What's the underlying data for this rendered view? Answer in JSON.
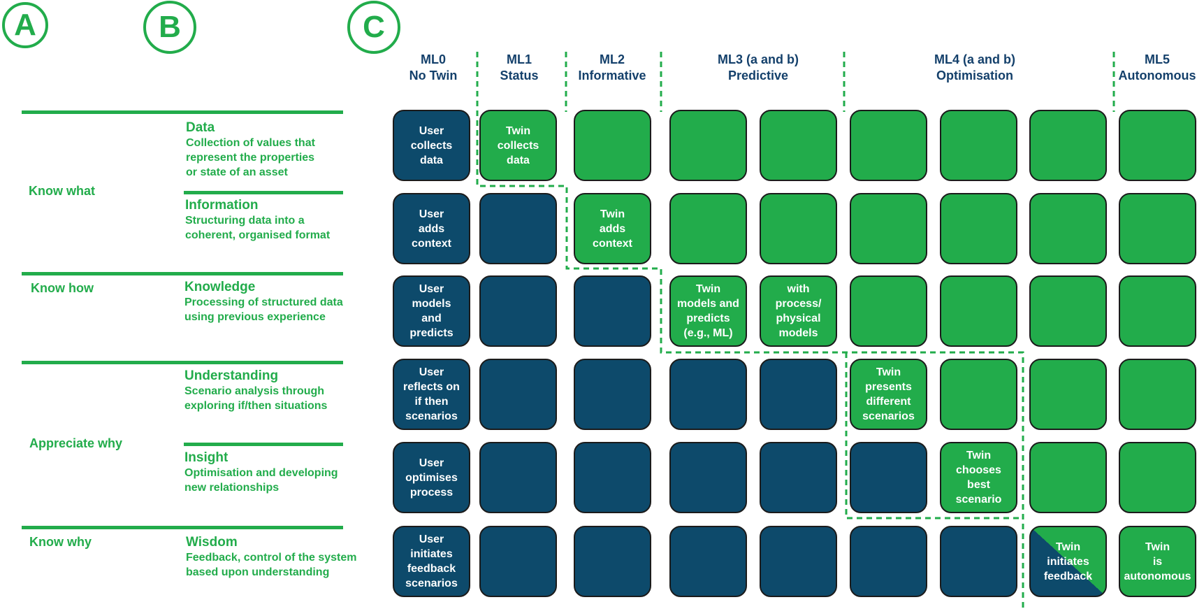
{
  "panel_letters": {
    "a": "A",
    "b": "B",
    "c": "C"
  },
  "column_a": {
    "know_what": "Know what",
    "know_how": "Know how",
    "appreciate_why": "Appreciate why",
    "know_why": "Know why"
  },
  "column_b": [
    {
      "title": "Data",
      "description": "Collection of values that\nrepresent the properties\nor state of an asset"
    },
    {
      "title": "Information",
      "description": "Structuring data into a\ncoherent, organised format"
    },
    {
      "title": "Knowledge",
      "description": "Processing of structured data\nusing previous experience"
    },
    {
      "title": "Understanding",
      "description": "Scenario analysis through\nexploring if/then situations"
    },
    {
      "title": "Insight",
      "description": "Optimisation and developing\nnew relationships"
    },
    {
      "title": "Wisdom",
      "description": "Feedback, control of the system\nbased upon understanding"
    }
  ],
  "levels": [
    {
      "code": "ML0",
      "name": "No Twin"
    },
    {
      "code": "ML1",
      "name": "Status"
    },
    {
      "code": "ML2",
      "name": "Informative"
    },
    {
      "code": "ML3 (a and b)",
      "name": "Predictive"
    },
    {
      "code": "ML4 (a and b)",
      "name": "Optimisation"
    },
    {
      "code": "ML5",
      "name": "Autonomous"
    }
  ],
  "grid": [
    [
      {
        "fill": "blue",
        "text": "User\ncollects\ndata"
      },
      {
        "fill": "green",
        "text": "Twin\ncollects\ndata"
      },
      {
        "fill": "green",
        "text": ""
      },
      {
        "fill": "green",
        "text": ""
      },
      {
        "fill": "green",
        "text": ""
      },
      {
        "fill": "green",
        "text": ""
      },
      {
        "fill": "green",
        "text": ""
      },
      {
        "fill": "green",
        "text": ""
      },
      {
        "fill": "green",
        "text": ""
      }
    ],
    [
      {
        "fill": "blue",
        "text": "User\nadds\ncontext"
      },
      {
        "fill": "blue",
        "text": ""
      },
      {
        "fill": "green",
        "text": "Twin\nadds\ncontext"
      },
      {
        "fill": "green",
        "text": ""
      },
      {
        "fill": "green",
        "text": ""
      },
      {
        "fill": "green",
        "text": ""
      },
      {
        "fill": "green",
        "text": ""
      },
      {
        "fill": "green",
        "text": ""
      },
      {
        "fill": "green",
        "text": ""
      }
    ],
    [
      {
        "fill": "blue",
        "text": "User\nmodels\nand\npredicts"
      },
      {
        "fill": "blue",
        "text": ""
      },
      {
        "fill": "blue",
        "text": ""
      },
      {
        "fill": "green",
        "text": "Twin\nmodels and\npredicts\n(e.g., ML)"
      },
      {
        "fill": "green",
        "text": "with\nprocess/\nphysical\nmodels"
      },
      {
        "fill": "green",
        "text": ""
      },
      {
        "fill": "green",
        "text": ""
      },
      {
        "fill": "green",
        "text": ""
      },
      {
        "fill": "green",
        "text": ""
      }
    ],
    [
      {
        "fill": "blue",
        "text": "User\nreflects on\nif then\nscenarios"
      },
      {
        "fill": "blue",
        "text": ""
      },
      {
        "fill": "blue",
        "text": ""
      },
      {
        "fill": "blue",
        "text": ""
      },
      {
        "fill": "blue",
        "text": ""
      },
      {
        "fill": "green",
        "text": "Twin\npresents\ndifferent\nscenarios"
      },
      {
        "fill": "green",
        "text": ""
      },
      {
        "fill": "green",
        "text": ""
      },
      {
        "fill": "green",
        "text": ""
      }
    ],
    [
      {
        "fill": "blue",
        "text": "User\noptimises\nprocess"
      },
      {
        "fill": "blue",
        "text": ""
      },
      {
        "fill": "blue",
        "text": ""
      },
      {
        "fill": "blue",
        "text": ""
      },
      {
        "fill": "blue",
        "text": ""
      },
      {
        "fill": "blue",
        "text": ""
      },
      {
        "fill": "green",
        "text": "Twin\nchooses\nbest\nscenario"
      },
      {
        "fill": "green",
        "text": ""
      },
      {
        "fill": "green",
        "text": ""
      }
    ],
    [
      {
        "fill": "blue",
        "text": "User\ninitiates\nfeedback\nscenarios"
      },
      {
        "fill": "blue",
        "text": ""
      },
      {
        "fill": "blue",
        "text": ""
      },
      {
        "fill": "blue",
        "text": ""
      },
      {
        "fill": "blue",
        "text": ""
      },
      {
        "fill": "blue",
        "text": ""
      },
      {
        "fill": "blue",
        "text": ""
      },
      {
        "fill": "split",
        "text": "Twin\ninitiates\nfeedback"
      },
      {
        "fill": "green",
        "text": "Twin\nis\nautonomous"
      }
    ]
  ],
  "colors": {
    "green": "#22ac4b",
    "blue": "#0d4a6b",
    "heading": "#14406b",
    "border": "#1b1b1b"
  }
}
